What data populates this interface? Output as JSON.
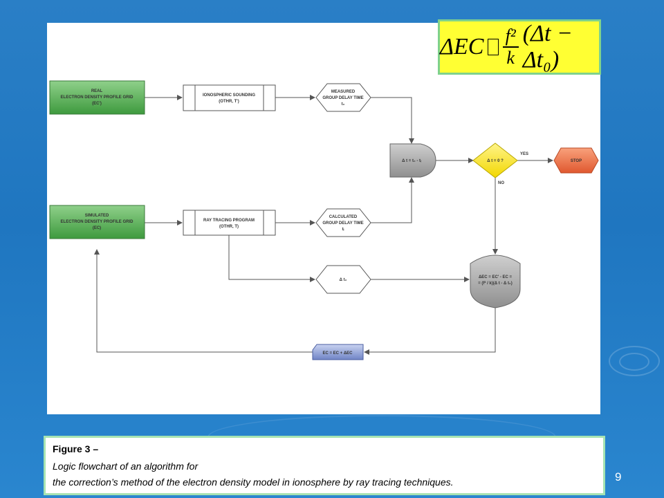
{
  "nodes": {
    "real_grid": [
      "REAL",
      "ELECTRON DENSITY PROFILE GRID",
      "(EC')"
    ],
    "ionospheric_sounding": [
      "IONOSPHERIC SOUNDING",
      "(OTHR, T')"
    ],
    "measured_delay": [
      "MEASURED",
      "GROUP DELAY TIME",
      "t₀"
    ],
    "delta_t": "Δ t = t₀ - tᵢ",
    "decision": "Δ t = 0 ?",
    "stop": "STOP",
    "simulated_grid": [
      "SIMULATED",
      "ELECTRON DENSITY PROFILE GRID",
      "(EC)"
    ],
    "ray_tracing": [
      "RAY TRACING PROGRAM",
      "(OTHR, T)"
    ],
    "calculated_delay": [
      "CALCULATED",
      "GROUP DELAY TIME",
      "tᵢ"
    ],
    "delta_t0": "Δ t₀",
    "delta_ec": [
      "ΔEC = EC' - EC =",
      "= (f² / k)(Δ t - Δ t₀)"
    ],
    "ec_update": "EC = EC + ΔEC"
  },
  "labels": {
    "yes": "YES",
    "no": "NO"
  },
  "formula": {
    "lhs": "ΔEC",
    "numerator": "f²",
    "denominator": "k",
    "rhs": "(Δt − Δt₀)"
  },
  "caption": {
    "title": "Figure 3 –",
    "line1": "Logic flowchart of an algorithm for",
    "line2": "the correction’s method of the electron density model in ionosphere by ray tracing techniques."
  },
  "slide_number": "9",
  "colors": {
    "background": "#2a7fc6",
    "green_node": "#4fae4f",
    "gray_node": "#a6a6a6",
    "decision": "#ffee44",
    "stop": "#f07a50",
    "update": "#8da2d8",
    "formula_bg": "#ffff33",
    "panel_border": "#a6e3b2"
  }
}
